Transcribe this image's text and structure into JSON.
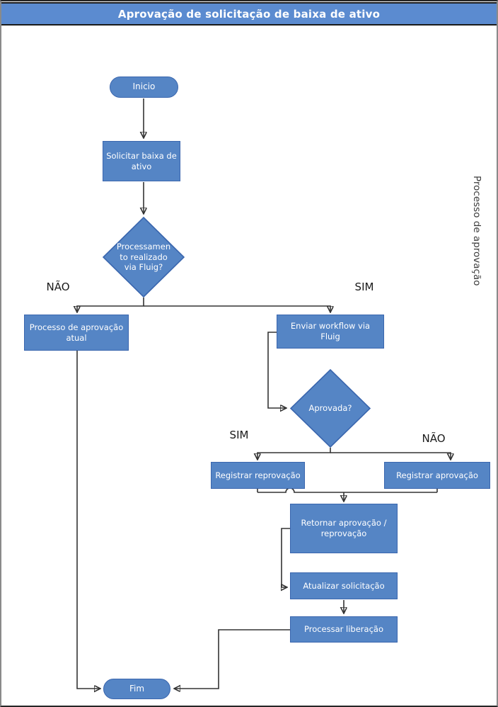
{
  "title": "Aprovação de solicitação de baixa de ativo",
  "lane": {
    "label": "Processo de aprovação"
  },
  "colors": {
    "title_fill": "#5b8bd0",
    "shape_fill": "#5585c5",
    "shape_border": "#3a66ae",
    "shape_text": "#ffffff",
    "connector": "#333333",
    "arrow": "#111111",
    "label_text": "#1a1a1a",
    "lane_text": "#3c3c3c"
  },
  "nodes": {
    "start": "Inicio",
    "solicitar": "Solicitar baixa de\nativo",
    "processamento": "Processamen\nto realizado\nvia Fluig?",
    "processo_atual": "Processo de aprovação\natual",
    "enviar_workflow": "Enviar workflow via Fluig",
    "aprovada": "Aprovada?",
    "registrar_reprovacao": "Registrar reprovação",
    "registrar_aprovacao": "Registrar aprovação",
    "retornar": "Retornar aprovação /\nreprovação",
    "atualizar": "Atualizar solicitação",
    "processar": "Processar liberação",
    "fim": "Fim"
  },
  "edge_labels": {
    "nao_fluig": "NÃO",
    "sim_fluig": "SIM",
    "sim_aprovada": "SIM",
    "nao_aprovada": "NÃO"
  }
}
